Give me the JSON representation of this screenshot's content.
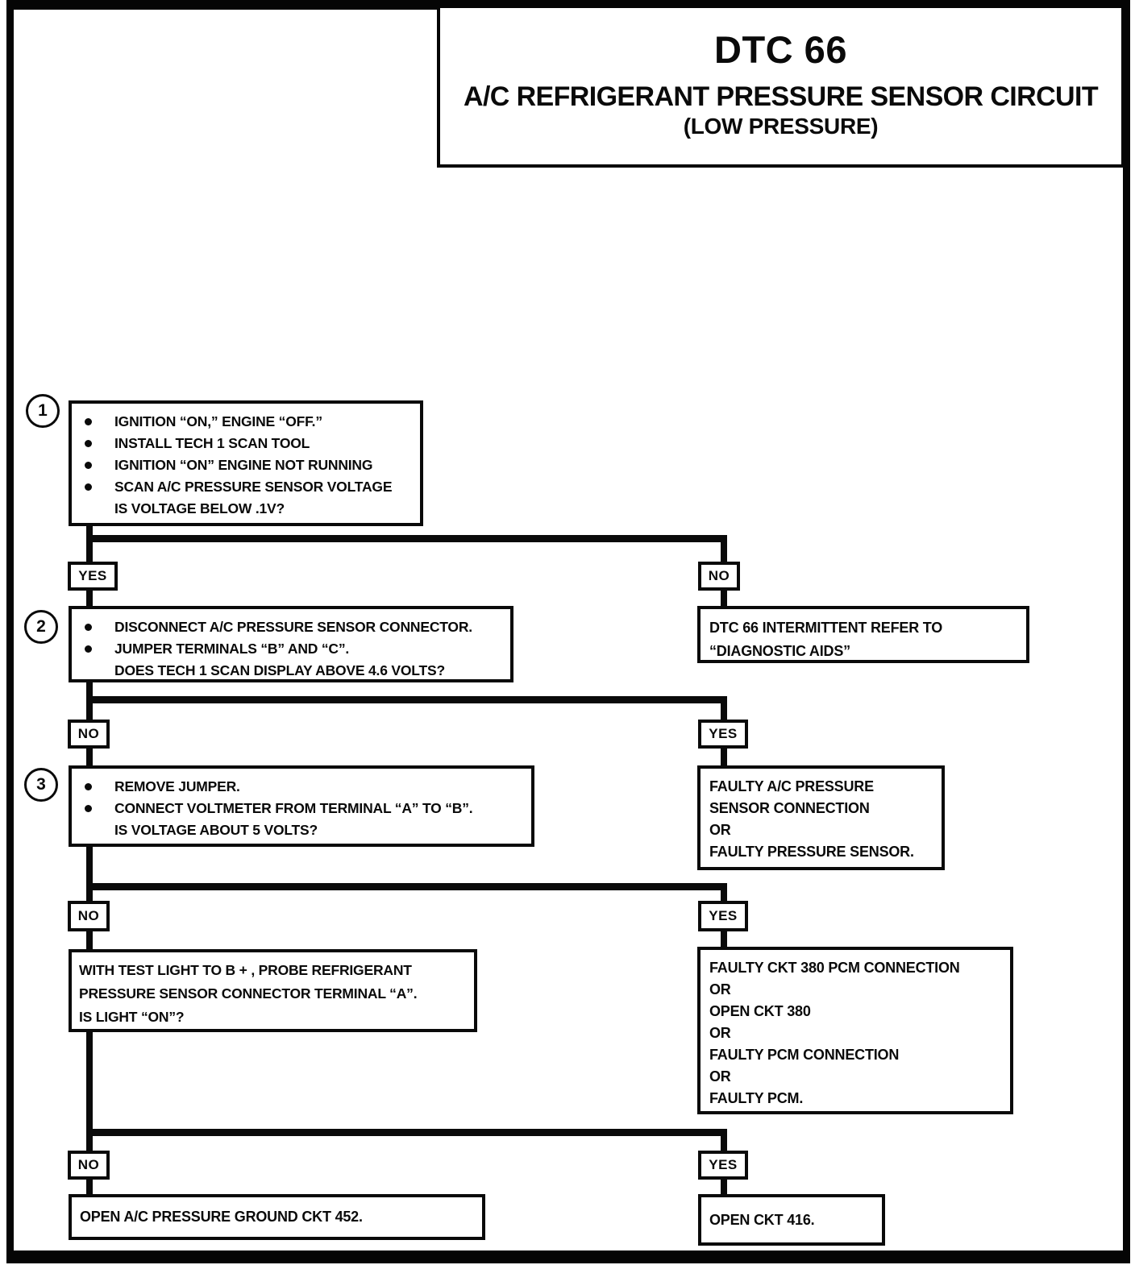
{
  "header": {
    "code": "DTC 66",
    "title": "A/C REFRIGERANT PRESSURE SENSOR CIRCUIT",
    "subtitle": "(LOW PRESSURE)"
  },
  "labels": {
    "yes": "YES",
    "no": "NO"
  },
  "steps": {
    "s1": {
      "num": "1",
      "b0": "IGNITION “ON,” ENGINE “OFF.”",
      "b1": "INSTALL TECH 1 SCAN TOOL",
      "b2": "IGNITION “ON” ENGINE NOT RUNNING",
      "b3": "SCAN A/C PRESSURE SENSOR VOLTAGE",
      "q": "IS VOLTAGE BELOW .1V?"
    },
    "s2": {
      "num": "2",
      "b0": "DISCONNECT A/C PRESSURE SENSOR CONNECTOR.",
      "b1": "JUMPER TERMINALS “B” AND “C”.",
      "q": "DOES TECH 1 SCAN DISPLAY ABOVE 4.6 VOLTS?"
    },
    "s3": {
      "num": "3",
      "b0": "REMOVE JUMPER.",
      "b1": "CONNECT VOLTMETER FROM TERMINAL “A” TO “B”.",
      "q": "IS VOLTAGE  ABOUT 5 VOLTS?"
    },
    "s4": {
      "l0": "WITH TEST LIGHT TO B + , PROBE REFRIGERANT",
      "l1": "PRESSURE SENSOR CONNECTOR TERMINAL “A”.",
      "l2": "IS LIGHT “ON”?"
    }
  },
  "results": {
    "intermittent": {
      "l0": "DTC 66 INTERMITTENT REFER TO",
      "l1": "“DIAGNOSTIC AIDS”"
    },
    "faulty_sensor": {
      "l0": "FAULTY A/C PRESSURE",
      "l1": "SENSOR CONNECTION",
      "l2": "OR",
      "l3": "FAULTY PRESSURE SENSOR."
    },
    "faulty_ckt380": {
      "l0": "FAULTY CKT 380 PCM CONNECTION",
      "l1": "OR",
      "l2": "OPEN CKT 380",
      "l3": "OR",
      "l4": "FAULTY PCM CONNECTION",
      "l5": "OR",
      "l6": "FAULTY PCM."
    },
    "open_ground": "OPEN A/C PRESSURE GROUND CKT 452.",
    "open_ckt416": "OPEN CKT 416."
  }
}
